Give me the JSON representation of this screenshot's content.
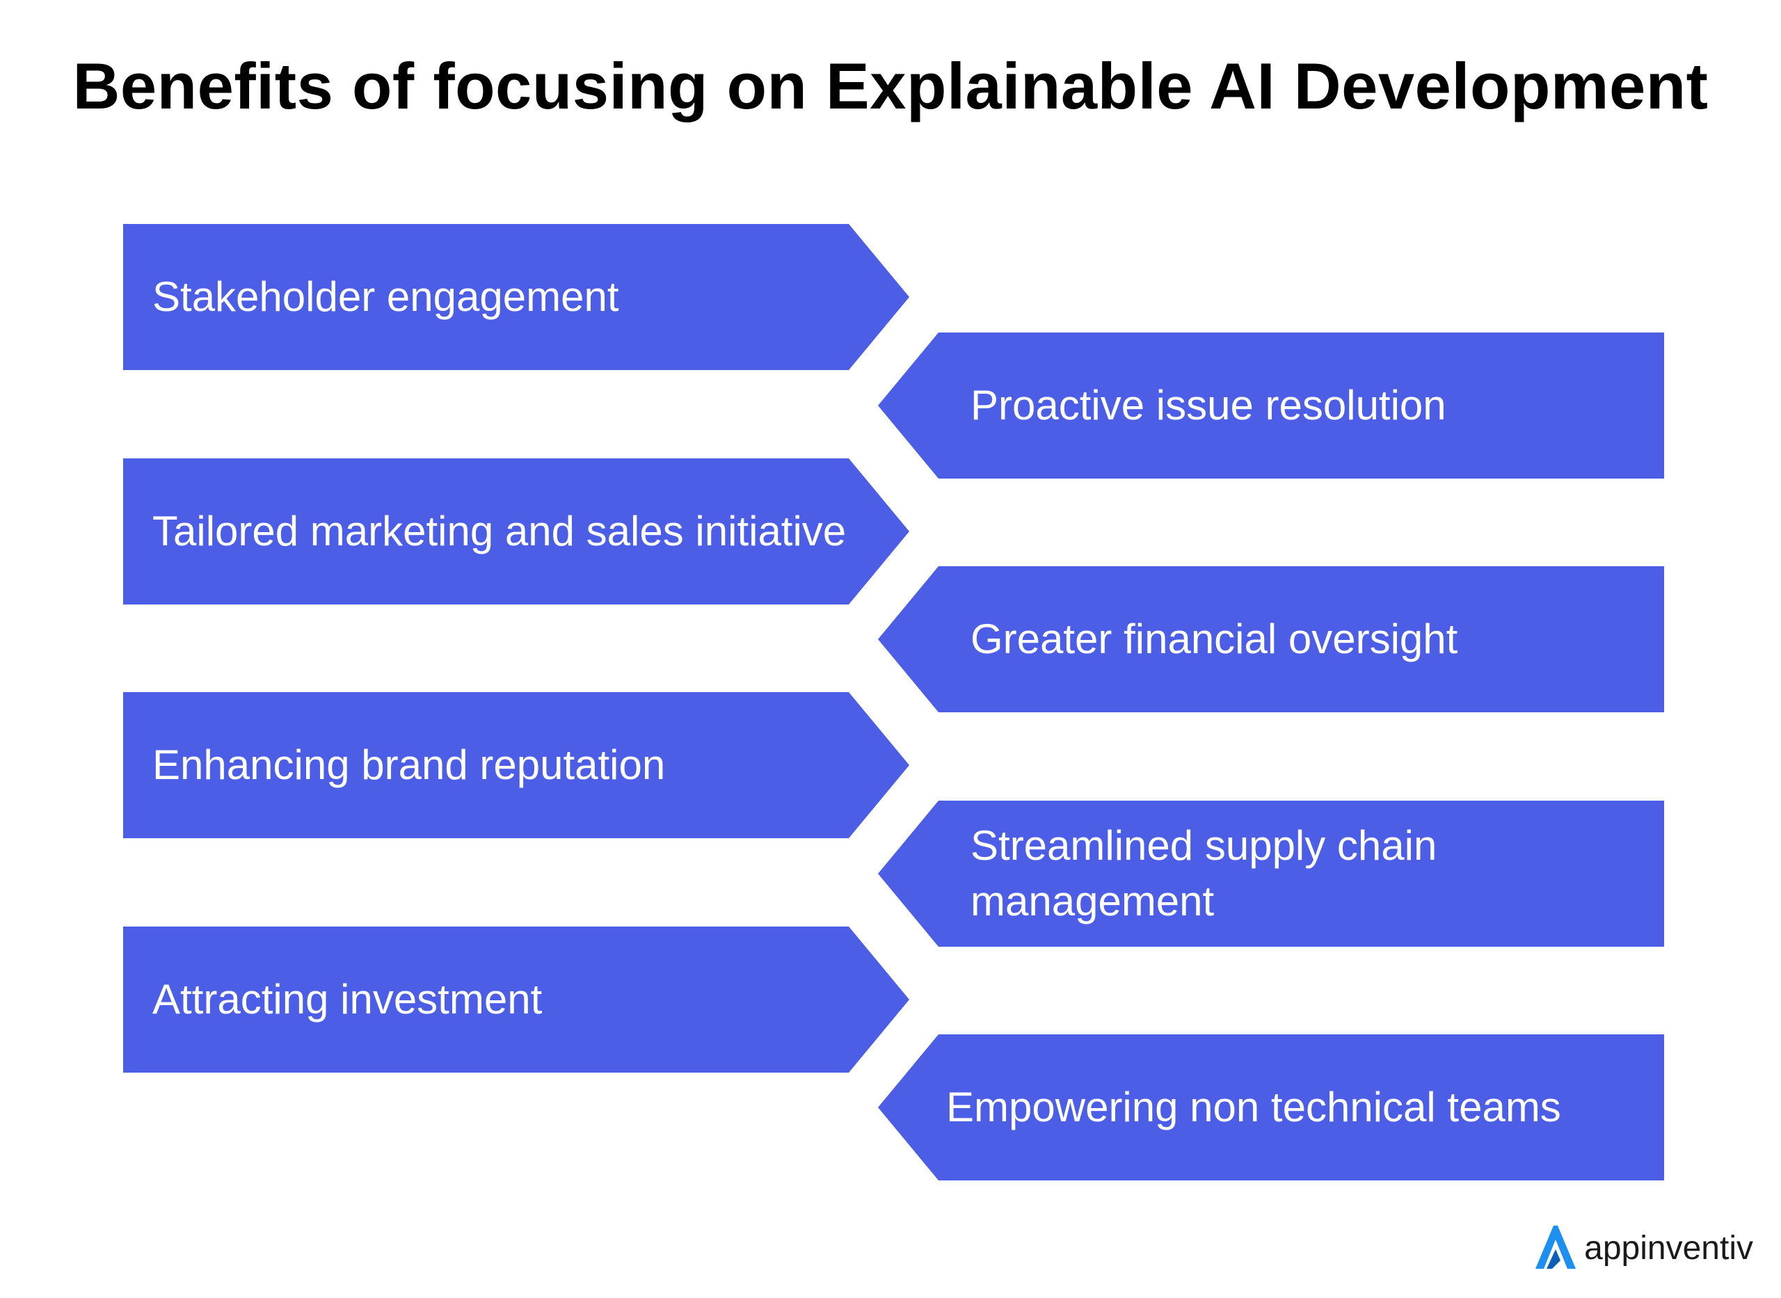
{
  "title": "Benefits of focusing on Explainable AI Development",
  "colors": {
    "card": "#4c5ee6",
    "brand_blue": "#1c8ff0"
  },
  "benefits": [
    {
      "label": "Stakeholder engagement",
      "side": "left"
    },
    {
      "label": "Proactive issue resolution",
      "side": "right"
    },
    {
      "label": "Tailored marketing and sales initiative",
      "side": "left"
    },
    {
      "label": "Greater financial oversight",
      "side": "right"
    },
    {
      "label": "Enhancing brand reputation",
      "side": "left"
    },
    {
      "label": "Streamlined supply chain management",
      "side": "right"
    },
    {
      "label": "Attracting investment",
      "side": "left"
    },
    {
      "label": "Empowering non technical teams",
      "side": "right"
    }
  ],
  "brand": {
    "name": "appinventiv",
    "icon": "appinventiv-logo-icon"
  }
}
